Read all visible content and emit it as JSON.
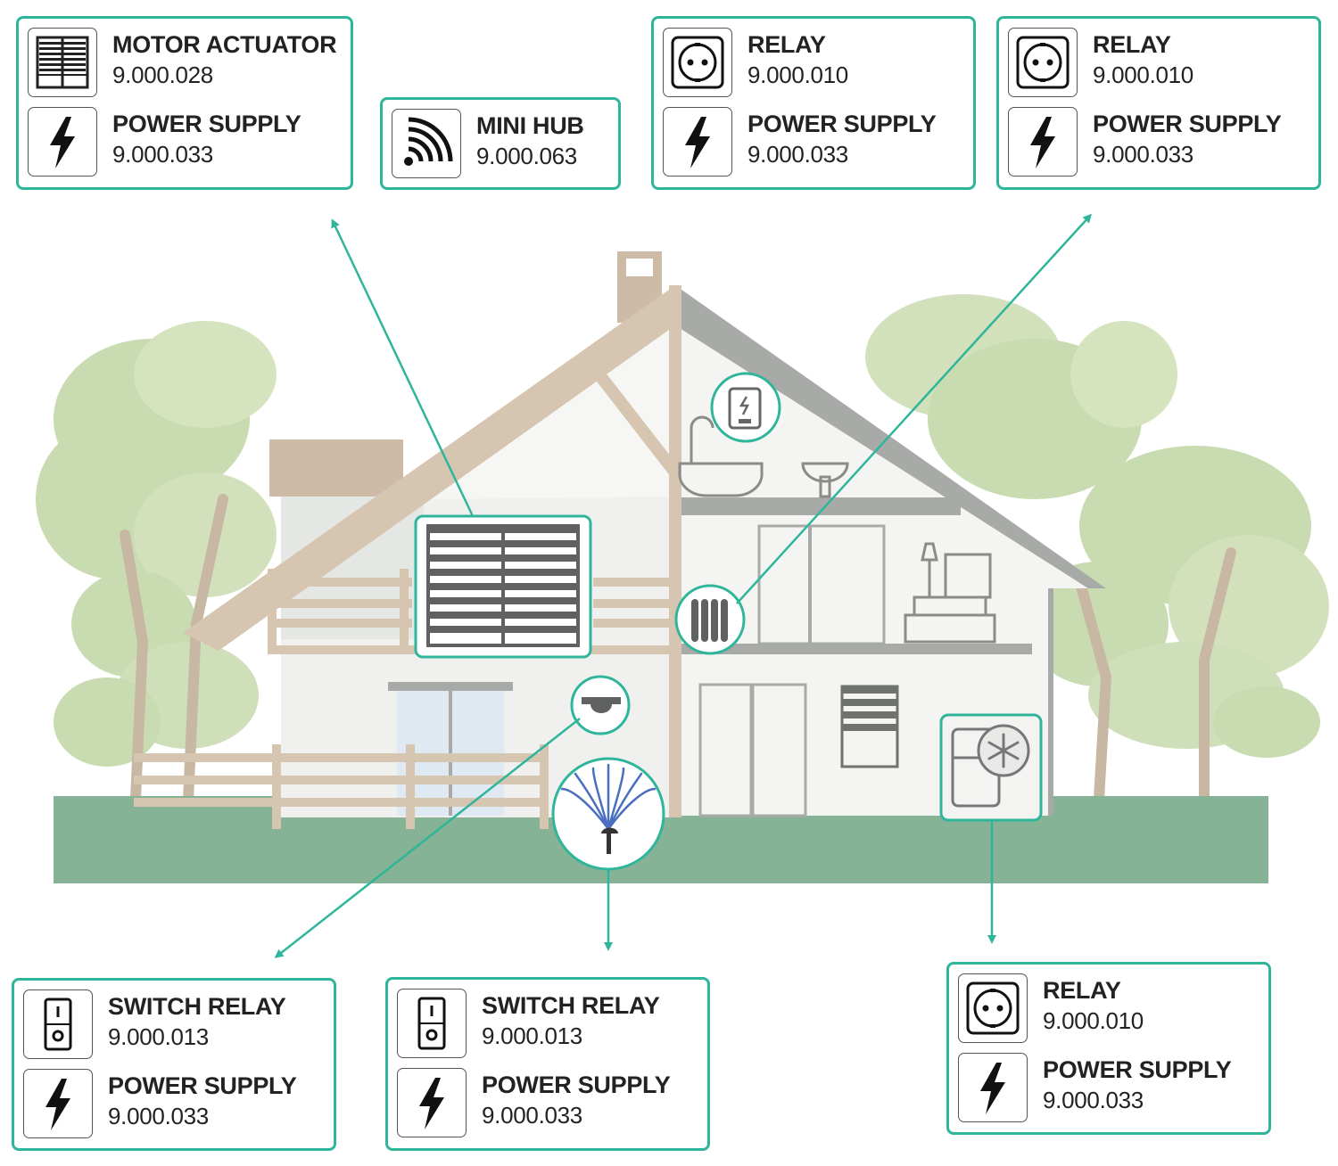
{
  "colors": {
    "accent": "#2fb59a",
    "grass": "#86b396",
    "tree": "#c9dbb0",
    "wood": "#d6c5b1",
    "roof_gray": "#a8aaa8",
    "wall": "#f2f3f1"
  },
  "cards": {
    "motor": {
      "device": {
        "label": "MOTOR ACTUATOR",
        "code": "9.000.028",
        "icon": "shutter-icon"
      },
      "power": {
        "label": "POWER SUPPLY",
        "code": "9.000.033",
        "icon": "lightning-icon"
      }
    },
    "minihub": {
      "device": {
        "label": "MINI HUB",
        "code": "9.000.063",
        "icon": "wifi-icon"
      }
    },
    "relay_a": {
      "device": {
        "label": "RELAY",
        "code": "9.000.010",
        "icon": "socket-icon"
      },
      "power": {
        "label": "POWER SUPPLY",
        "code": "9.000.033",
        "icon": "lightning-icon"
      }
    },
    "relay_b": {
      "device": {
        "label": "RELAY",
        "code": "9.000.010",
        "icon": "socket-icon"
      },
      "power": {
        "label": "POWER SUPPLY",
        "code": "9.000.033",
        "icon": "lightning-icon"
      }
    },
    "switch_a": {
      "device": {
        "label": "SWITCH RELAY",
        "code": "9.000.013",
        "icon": "switch-icon"
      },
      "power": {
        "label": "POWER SUPPLY",
        "code": "9.000.033",
        "icon": "lightning-icon"
      }
    },
    "switch_b": {
      "device": {
        "label": "SWITCH RELAY",
        "code": "9.000.013",
        "icon": "switch-icon"
      },
      "power": {
        "label": "POWER SUPPLY",
        "code": "9.000.033",
        "icon": "lightning-icon"
      }
    },
    "relay_c": {
      "device": {
        "label": "RELAY",
        "code": "9.000.010",
        "icon": "socket-icon"
      },
      "power": {
        "label": "POWER SUPPLY",
        "code": "9.000.033",
        "icon": "lightning-icon"
      }
    }
  }
}
